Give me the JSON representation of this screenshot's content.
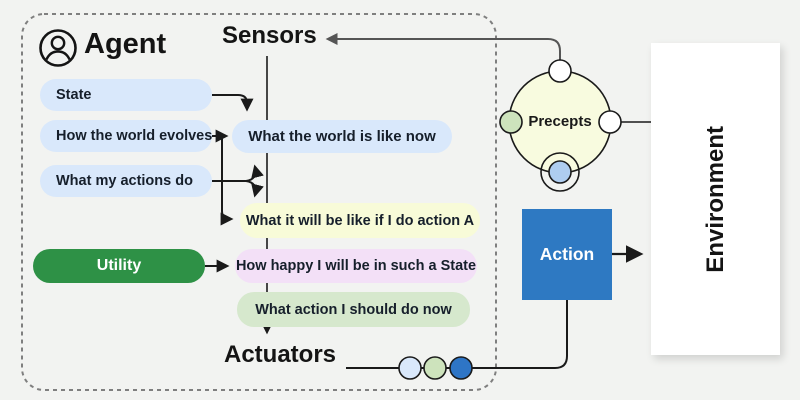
{
  "agent": {
    "title": "Agent",
    "sensors_label": "Sensors",
    "actuators_label": "Actuators",
    "input_pills": [
      {
        "id": "state",
        "label": "State"
      },
      {
        "id": "how-world-evolves",
        "label": "How the world evolves"
      },
      {
        "id": "what-actions-do",
        "label": "What my actions do"
      },
      {
        "id": "utility",
        "label": "Utility"
      }
    ],
    "state_pills": [
      {
        "id": "world-now",
        "label": "What the world is like now"
      },
      {
        "id": "action-a",
        "label": "What it will be like if I do action A"
      },
      {
        "id": "happy",
        "label": "How happy I will be in such a State"
      },
      {
        "id": "action-now",
        "label": "What action I should do now"
      }
    ]
  },
  "precepts": {
    "label": "Precepts"
  },
  "action": {
    "label": "Action"
  },
  "environment": {
    "label": "Environment"
  },
  "colors": {
    "background": "#f2f3f1",
    "pill_blue": "#d9e8fb",
    "pill_yellow": "#f8fbd8",
    "pill_pink": "#f3e0f7",
    "pill_green_light": "#d6e8cd",
    "utility_green": "#2e9146",
    "action_blue": "#2e79c2",
    "precepts_fill": "#f8fbdf",
    "dot_light_blue": "#d9e8fb",
    "dot_green": "#cde3bc",
    "dot_dark_blue": "#2e75c6",
    "line": "#1a1a1a",
    "sensor_line": "#555555"
  }
}
